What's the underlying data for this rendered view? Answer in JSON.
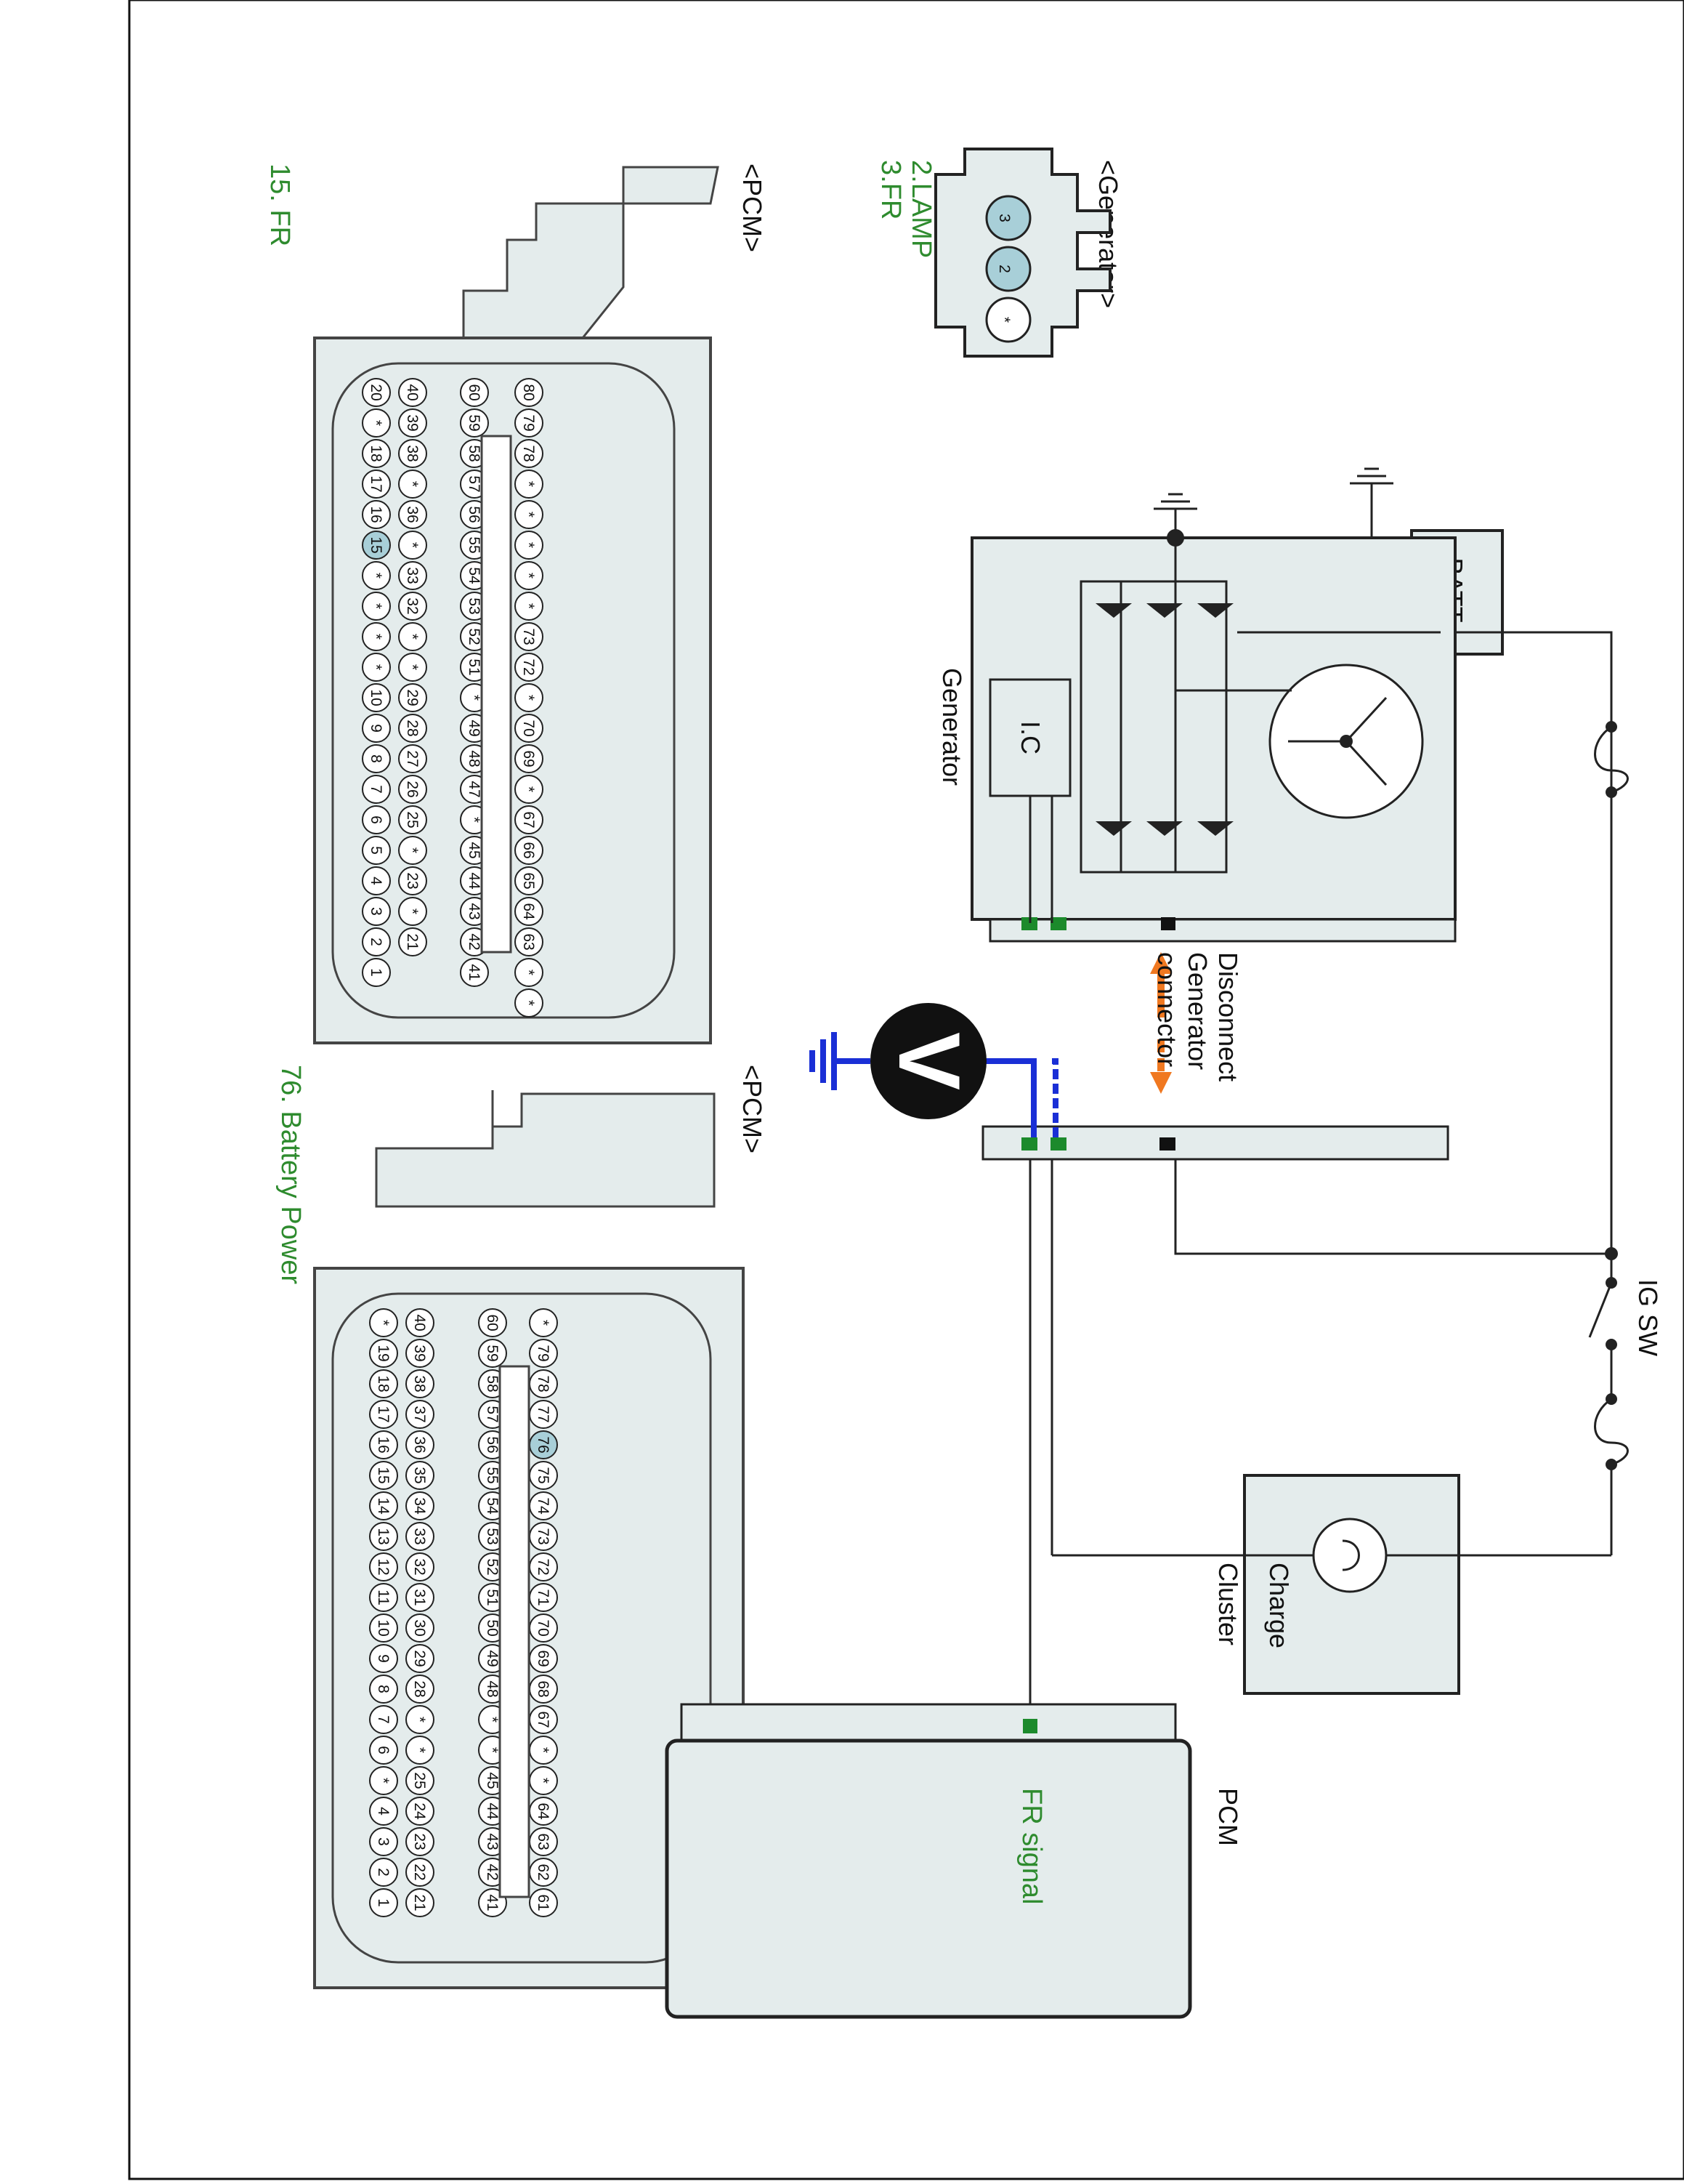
{
  "diagram": {
    "generator_connector": {
      "title": "<Generator>",
      "pin_labels": [
        "2.LAMP",
        "3.FR"
      ],
      "pins": [
        "3",
        "2",
        "*"
      ]
    },
    "pcm_connector_a": {
      "title": "<PCM>",
      "pin_label": "15. FR",
      "rows": [
        [
          "20",
          "*",
          "18",
          "17",
          "16",
          "15",
          "*",
          "*",
          "*",
          "*",
          "10",
          "9",
          "8",
          "7",
          "6",
          "5",
          "4",
          "3",
          "2",
          "1"
        ],
        [
          "40",
          "39",
          "38",
          "*",
          "36",
          "*",
          "33",
          "32",
          "*",
          "*",
          "29",
          "28",
          "27",
          "26",
          "25",
          "*",
          "23",
          "*",
          "21"
        ],
        [
          "60",
          "59",
          "58",
          "57",
          "56",
          "55",
          "54",
          "53",
          "52",
          "51",
          "*",
          "49",
          "48",
          "47",
          "*",
          "45",
          "44",
          "43",
          "42",
          "41"
        ],
        [
          "80",
          "79",
          "78",
          "*",
          "*",
          "*",
          "*",
          "*",
          "73",
          "72",
          "*",
          "70",
          "69",
          "*",
          "67",
          "66",
          "65",
          "64",
          "63",
          "*",
          "*"
        ]
      ],
      "highlight": "15"
    },
    "pcm_connector_b": {
      "title": "<PCM>",
      "pin_label": "76. Battery Power",
      "rows": [
        [
          "*",
          "19",
          "18",
          "17",
          "16",
          "15",
          "14",
          "13",
          "12",
          "11",
          "10",
          "9",
          "8",
          "7",
          "6",
          "*",
          "4",
          "3",
          "2",
          "1"
        ],
        [
          "40",
          "39",
          "38",
          "37",
          "36",
          "35",
          "34",
          "33",
          "32",
          "31",
          "30",
          "29",
          "28",
          "*",
          "*",
          "25",
          "24",
          "23",
          "22",
          "21"
        ],
        [
          "60",
          "59",
          "58",
          "57",
          "56",
          "55",
          "54",
          "53",
          "52",
          "51",
          "50",
          "49",
          "48",
          "*",
          "*",
          "45",
          "44",
          "43",
          "42",
          "41"
        ],
        [
          "*",
          "79",
          "78",
          "77",
          "76",
          "75",
          "74",
          "73",
          "72",
          "71",
          "70",
          "69",
          "68",
          "67",
          "*",
          "*",
          "64",
          "63",
          "62",
          "61"
        ]
      ],
      "highlight": "76"
    },
    "batt_label": "BATT.",
    "batt_minus": "-",
    "batt_plus": "+",
    "generator_label": "Generator",
    "ic_label": "I.C",
    "disconnect_label": [
      "Disconnect",
      "Generator",
      "connector"
    ],
    "voltmeter_label": "V",
    "ig_sw_label": "IG SW",
    "charge_label": "Charge",
    "cluster_label": "Cluster",
    "pcm_label": "PCM",
    "fr_signal_label": "FR signal",
    "colors": {
      "green_text": "#2e8b2e",
      "pin_highlight": "#a8cfd8",
      "probe": "#1a2fd6",
      "arrow": "#f07820",
      "terminal_green": "#1c8a2c",
      "body_fill": "#e4ecec"
    }
  }
}
